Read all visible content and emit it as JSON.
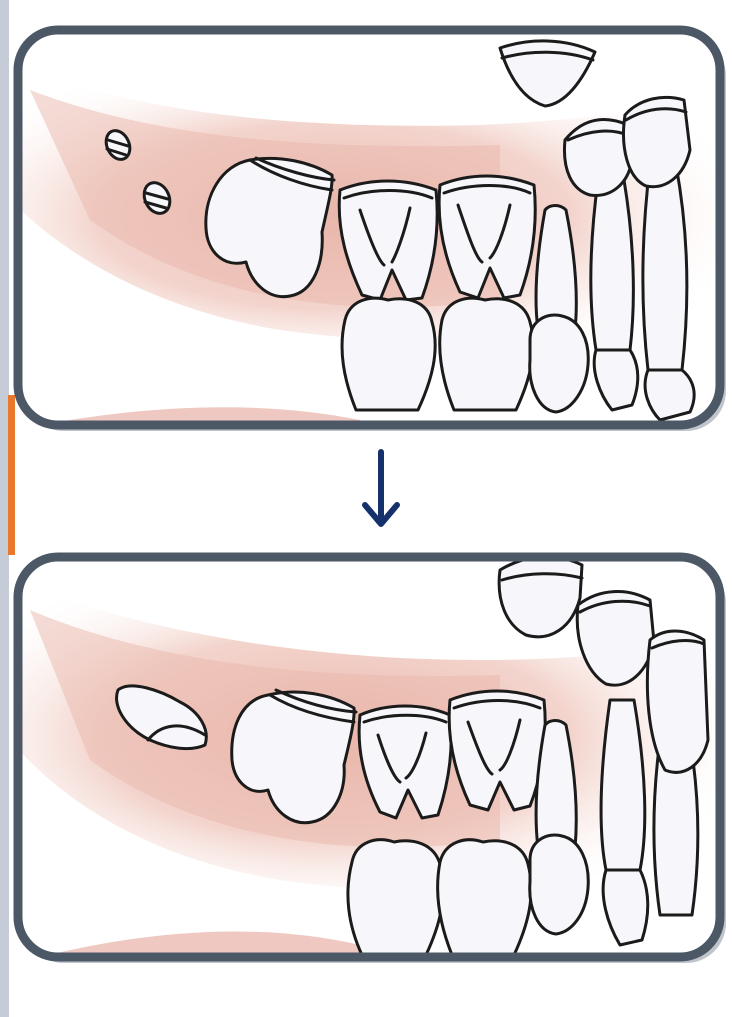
{
  "colors": {
    "background": "#ffffff",
    "left_edge_strip": "#c5ccd8",
    "panel_frame": "#4c5866",
    "gum": "#e8b2a6",
    "tooth_fill": "#f7f7fb",
    "tooth_outline": "#1b1b1b",
    "arrow": "#16306b"
  },
  "panels": [
    {
      "stage": "before",
      "description_icon": "primary-and-permanent-teeth-before-eruption"
    },
    {
      "stage": "after",
      "description_icon": "primary-and-permanent-teeth-after-eruption"
    }
  ],
  "arrow": {
    "direction": "down",
    "icon": "down-arrow-icon"
  }
}
